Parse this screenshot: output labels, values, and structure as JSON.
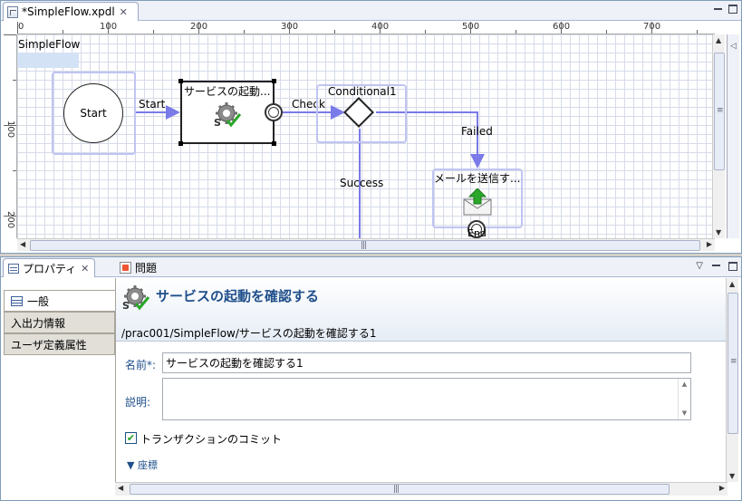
{
  "editor": {
    "tab_title": "*SimpleFlow.xpdl",
    "ruler_top": [
      "0",
      "100",
      "200",
      "300",
      "400",
      "500",
      "600",
      "700"
    ],
    "ruler_left": [
      "100",
      "200"
    ],
    "pool_label": "SimpleFlow",
    "nodes": {
      "start": "Start",
      "service": "サービスの起動...",
      "conditional": "Conditional1",
      "mail": "メールを送信す...",
      "end": "End"
    },
    "transitions": {
      "start": "Start",
      "check": "Check",
      "failed": "Failed",
      "success": "Success"
    }
  },
  "props": {
    "tabs": [
      "プロパティ",
      "問題"
    ],
    "side_tabs": [
      "一般",
      "入出力情報",
      "ユーザ定義属性"
    ],
    "title": "サービスの起動を確認する",
    "path": "/prac001/SimpleFlow/サービスの起動を確認する1",
    "name_label": "名前*:",
    "name_value": "サービスの起動を確認する1",
    "desc_label": "説明:",
    "desc_value": "",
    "commit_label": "トランザクションのコミット",
    "commit_checked": true,
    "section_label": "座標"
  },
  "colors": {
    "selection": "#c0c4f2",
    "transition": "#7a7ae8",
    "title_blue": "#1f4f8b"
  }
}
